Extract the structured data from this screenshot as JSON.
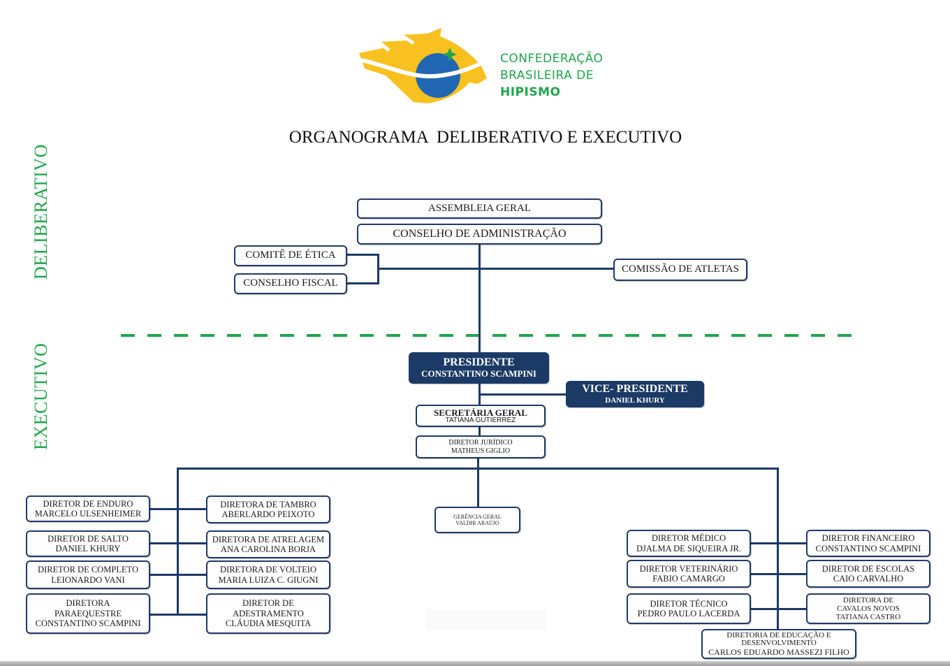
{
  "logo": {
    "line1": "CONFEDERAÇÃO",
    "line2": "BRASILEIRA DE",
    "line3": "HIPISMO",
    "icon": "horse-head-logo-icon",
    "colors": {
      "green": "#1fa64b",
      "yellow": "#f9c11f",
      "blue": "#2166b3"
    }
  },
  "title": "ORGANOGRAMA  DELIBERATIVO E EXECUTIVO",
  "sections": {
    "deliberative": "DELIBERATIVO",
    "executive": "EXECUTIVO"
  },
  "colors": {
    "navy": "#1b3a66",
    "divider_green": "#1fa64b"
  },
  "deliberative": {
    "assembleia": "ASSEMBLEIA GERAL",
    "conselho_adm": "CONSELHO DE ADMINISTRAÇÃO",
    "comite_etica": "COMITÊ DE ÉTICA",
    "conselho_fiscal": "CONSELHO FISCAL",
    "comissao_atletas": "COMISSÃO DE ATLETAS"
  },
  "executive": {
    "president": {
      "role": "PRESIDENTE",
      "name": "CONSTANTINO SCAMPINI"
    },
    "vice_president": {
      "role": "VICE- PRESIDENTE",
      "name": "DANIEL  KHURY"
    },
    "secretary": {
      "role": "SECRETÁRIA GERAL",
      "name": "TATIANA GUTIERREZ"
    },
    "legal": {
      "role": "DIRETOR JURÍDICO",
      "name": "MATHEUS GIGLIO"
    },
    "general_management": {
      "role": "GERÊNCIA GERAL",
      "name": "VALDIR ARAÚJO"
    },
    "left_outer": [
      {
        "lines": [
          "DIRETOR DE ENDURO",
          "MARCELO ULSENHEIMER"
        ]
      },
      {
        "lines": [
          "DIRETOR DE SALTO",
          "DANIEL  KHURY"
        ]
      },
      {
        "lines": [
          "DIRETOR DE COMPLETO",
          "LEIONARDO VANI"
        ]
      },
      {
        "lines": [
          "DIRETORA",
          "PARAEQUESTRE",
          "CONSTANTINO SCAMPINI"
        ]
      }
    ],
    "left_inner": [
      {
        "lines": [
          "DIRETORA DE TAMBRO",
          "ABERLARDO PEIXOTO"
        ]
      },
      {
        "lines": [
          "DIRETORA DE ATRELAGEM",
          "ANA CAROLINA BORJA"
        ]
      },
      {
        "lines": [
          "DIRETORA DE VOLTEIO",
          "MARIA LUIZA C. GIUGNI"
        ]
      },
      {
        "lines": [
          "DIRETOR DE",
          "ADESTRAMENTO",
          "CLÁUDIA MESQUITA"
        ]
      }
    ],
    "right_inner": [
      {
        "lines": [
          "DIRETOR MÉDICO",
          "DJALMA DE SIQUEIRA JR."
        ]
      },
      {
        "lines": [
          "DIRETOR VETERINÁRIO",
          "FABIO CAMARGO"
        ]
      },
      {
        "lines": [
          "DIRETOR TÉCNICO",
          "PEDRO PAULO LACERDA"
        ]
      }
    ],
    "right_outer": [
      {
        "lines": [
          "DIRETOR FINANCEIRO",
          "CONSTANTINO SCAMPINI"
        ]
      },
      {
        "lines": [
          "DIRETOR DE ESCOLAS",
          "CAIO CARVALHO"
        ]
      },
      {
        "lines": [
          "DIRETORA DE",
          "CAVALOS NOVOS",
          "TATIANA CASTRO"
        ]
      }
    ],
    "education": {
      "lines": [
        "DIRETORIA DE EDUCAÇÃO E",
        "DESENVOLVIMENTO",
        "CARLOS EDUARDO MASSEZI FILHO"
      ]
    }
  }
}
